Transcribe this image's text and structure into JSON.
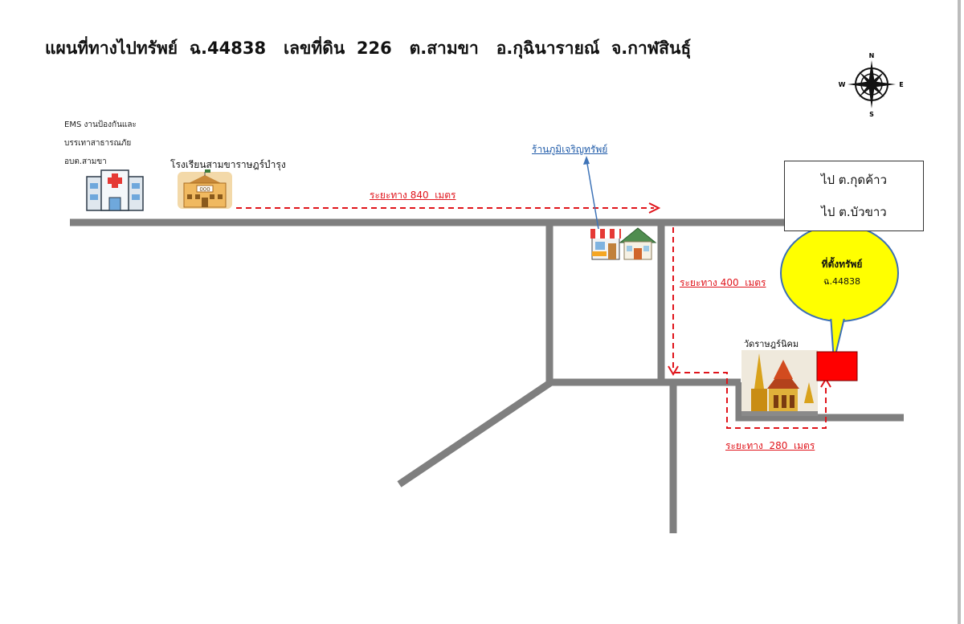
{
  "title": "แผนที่ทางไปทรัพย์  ฉ.44838   เลขที่ดิน  226   ต.สามขา   อ.กุฉินารายณ์  จ.กาฬสินธุ์",
  "compass": {
    "north": "N",
    "south": "S",
    "east": "E",
    "west": "W"
  },
  "ems_label": [
    "EMS  งานป้องกันและ",
    "บรรเทาสาธารณภัย",
    "อบต.สามขา"
  ],
  "school_label": "โรงเรียนสามขาราษฎร์บำรุง",
  "school_sign": "000",
  "shop_label": "ร้านภูมิเจริญทรัพย์",
  "distances": {
    "d840": "ระยะทาง 840  เมตร",
    "d400": "ระยะทาง 400  เมตร",
    "d280": "ระยะทาง  280  เมตร"
  },
  "destinations": [
    "ไป  ต.กุดค้าว",
    "ไป  ต.บัวขาว"
  ],
  "property": {
    "line1": "ที่ตั้งทรัพย์",
    "line2": "ฉ.44838"
  },
  "temple_label": "วัดราษฎร์นิคม",
  "colors": {
    "road": "#7f7f7f",
    "route": "#e0141b",
    "bubble": "#ffff00",
    "property": "#ff0000",
    "shop_link": "#1e5aa8"
  }
}
